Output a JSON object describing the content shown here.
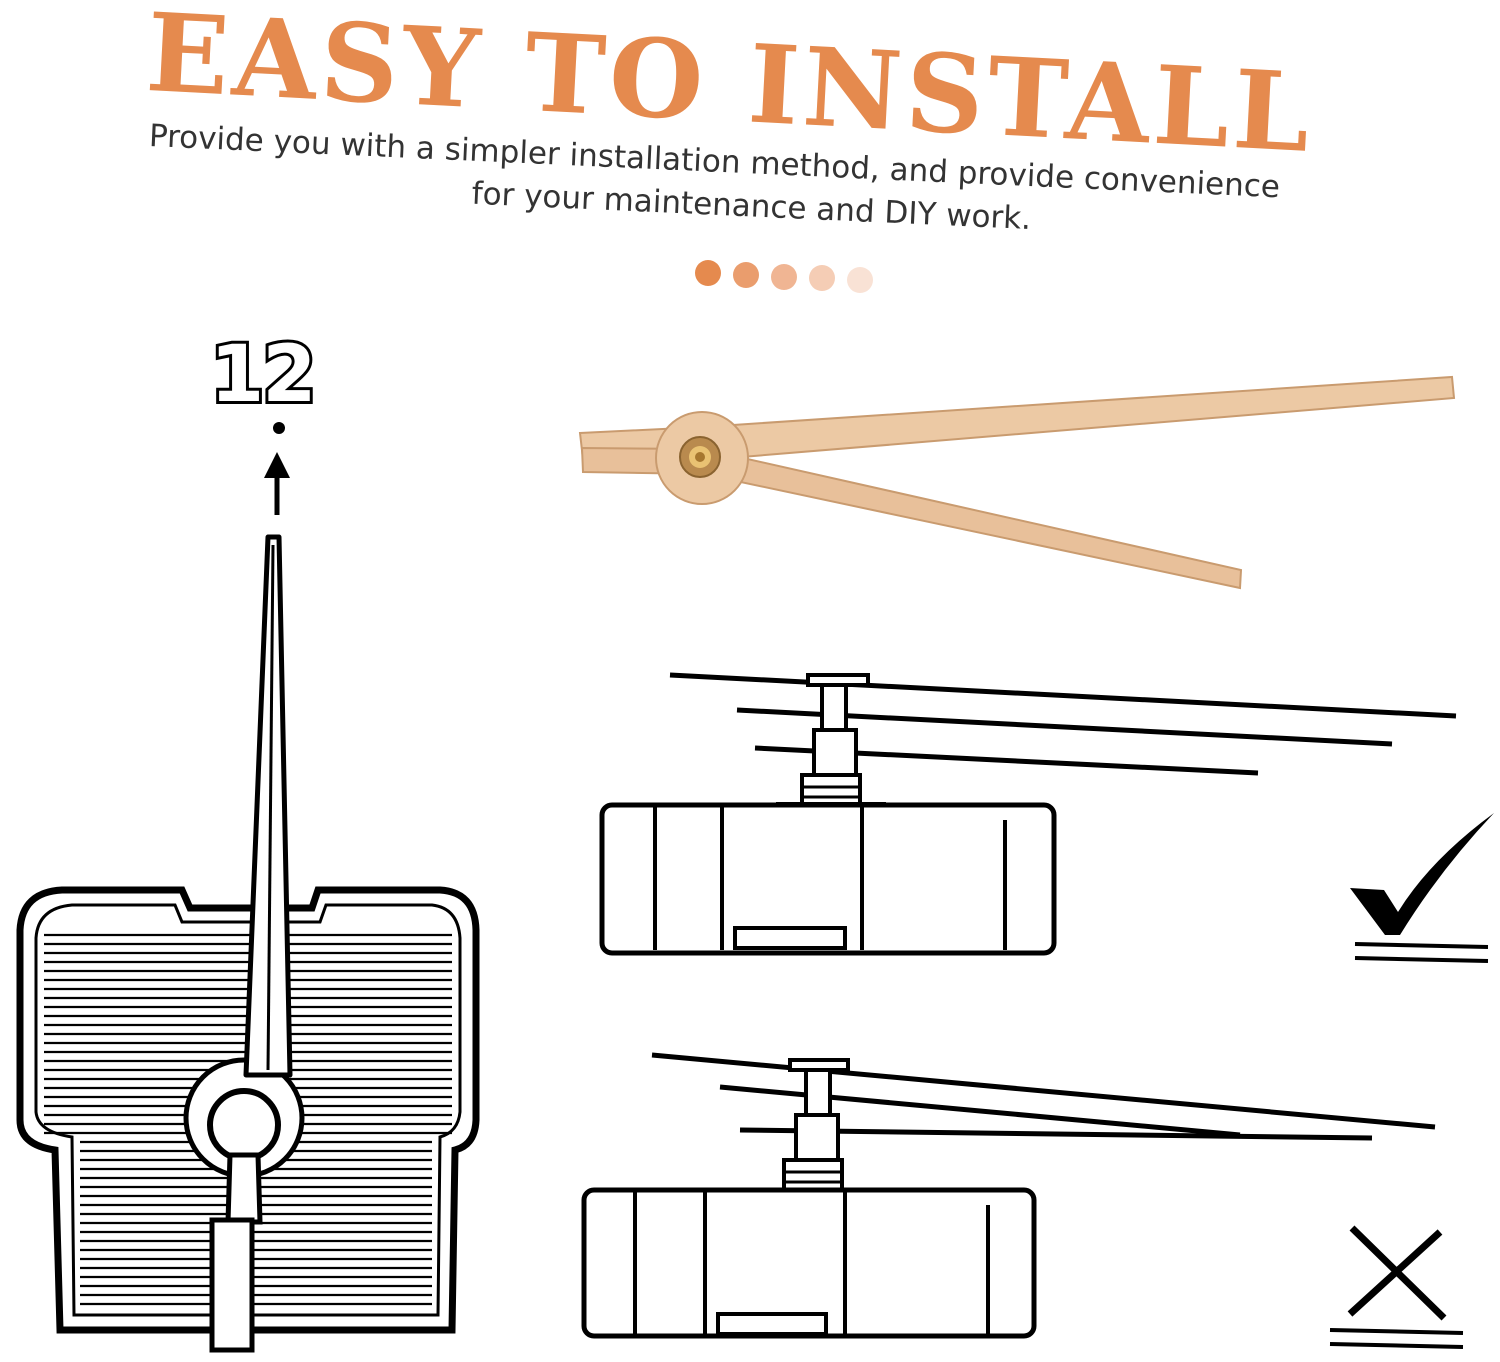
{
  "headline": "EASY TO INSTALL",
  "subtitle": {
    "line1": "Provide you with a simpler installation method, and provide convenience",
    "line2": "for your maintenance and DIY work."
  },
  "dial_label": "12",
  "colors": {
    "accent": "#e58a4e",
    "wood": "#ecc9a4",
    "wood_dark": "#d3a47a",
    "line": "#000000"
  },
  "dot_colors": [
    "#e58a4e",
    "#ea9d6d",
    "#f0b593",
    "#f5cdb5",
    "#f9e2d5"
  ],
  "icons": {
    "correct": "check-icon",
    "wrong": "cross-icon"
  }
}
